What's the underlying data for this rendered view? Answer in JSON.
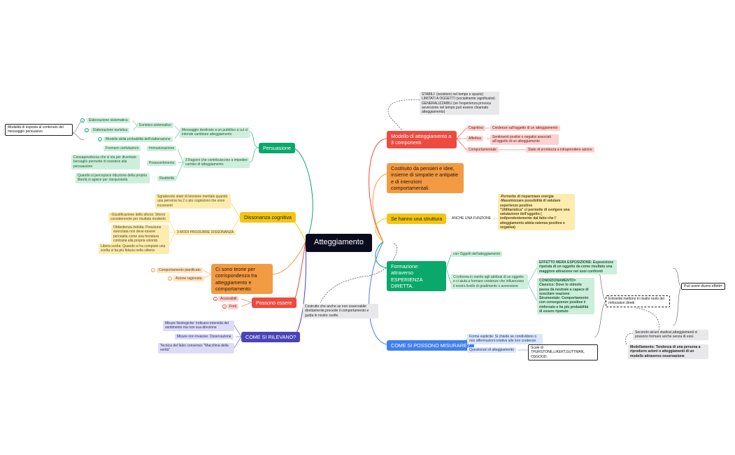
{
  "root": "Atteggiamento",
  "persuasione": {
    "title": "Persuasione",
    "messaggio": "Messaggio destinato a un pubblico a cui si intende cambiare atteggiamento",
    "euristico": "Euristico-sistematico",
    "elab_sist": "Elaborazione sistematica",
    "elab_eur": "Elaborazione euristica",
    "modello_prob": "Modello della probabilità dell'elaborazione",
    "modalita": "Modalità di risposta al contenuto del messaggio persuasivo",
    "ragioni": "3 Ragioni che contribuiscono a impedire cambio di atteggiamento",
    "immunizzazione": "Immunizzazione",
    "formare": "Formare confutazioni",
    "preavvertimento": "Preavvertimento",
    "consapevolezza": "Consapevolezza che si sta per diventare bersaglio permette di resistere alla persuasione",
    "reattivita": "Reattività",
    "quando": "Quando si percepisce riduzione della propria libertà si agisce per riacquistarla"
  },
  "dissonanza": {
    "title": "Dissonanza cognitiva",
    "sgradevole": "Sgradevole stato di tensione mentale quando una persona ha 2 o più cognizioni che sono incoerenti",
    "modi": "3 MODI PRODURRE DISSONANZA",
    "giustificazione": "-Giustificazione dello sforzo: Sforzo considerevole per risultato modesto",
    "obbedienza": "Obbedienza indotta: Pressione esercitata non deve essere percepita come una forzatura contraria alla propria volontà",
    "libera": "Libera scelta: Quando si ha compiuto una scelta si ha più fiducia nella vittoria"
  },
  "teorie": {
    "title": "Ci sono teorie per corrispondenza tra atteggiamento e comportamento:",
    "pianificato": "Comportamento pianificato",
    "ragionata": "Azione ragionata",
    "badge1": "1",
    "badge2": "2"
  },
  "possono": {
    "title": "Possono essere",
    "accessibili": "Accessibili",
    "forti": "Forti",
    "badge1": "1",
    "badge2": "2"
  },
  "costrutto": "Costrutto che anche se non osservabile direttamente,precede il comportamento e guida le nostre scelte.",
  "rilevano": {
    "title": "COME SI RILEVANO?",
    "fisiologiche": "Misure fisiologiche: Indicano intensità del sentimento ma non sua direzione",
    "non_invasive": "Misure non invasive: Osservazione",
    "falso": "Tecnica del falso consenso: \"Macchina della verità\""
  },
  "modello3": {
    "title": "Modello di atteggiamento a 3 componenti.",
    "stabili": "STABILI: (resistono nel tempo e spazio)\nLIMITATI A OGGETTI (socialmente significativi)\n  GENERALIZZABILI (se l'esperienza provoca avversione nel tempo può essere chiamato atteggiamento)",
    "cognitiva": "Cognitiva",
    "cognitiva_d": "Credenze sull'oggetto di un atteggiamento",
    "affettiva": "Affettiva",
    "affettiva_d": "Sentimenti positivi o negativi associati all'oggetto di un atteggiamento",
    "comportamentale": "Comportamentale",
    "comportamentale_d": "Stato di prontezza a intraprendere azione"
  },
  "costituito": "Costituito da pensieri e idee, insieme di simpatie e antipatie e di intenzioni comportamentali.",
  "struttura": {
    "title": "Se hanno una struttura",
    "funzione": "ANCHE UNA FUNZIONE",
    "desc": "-Permette di risparmiare energia\n   -Massimizzare possibilità di valutare esperienze positive\n\"Utilitaristica\" ci permette di svolgere una valutazione dell'oggetto ( indipendentemente dal fatto che l' atteggiamento abbia valenza positiva o negativa)"
  },
  "formazione": {
    "title": "Formazione: attraverso ESPERIENZA DIRETTA.",
    "oggetti": "con Oggetti dell'atteggiamento",
    "informa": "Ci informa in merito agli attributi di un oggetto e ci aiuta a formare credenze che influenzano il nostro livello di gradimento o avversione",
    "effetto": "EFFETTO MERA ESPOSIZIONE: Esposizione ripetuta di un oggetto da come risultato una maggiore attrazione nei suoi confronti",
    "condizionamento": "CONDIZIONAMENTO=\nClassico: Dove lo stimolo passa da neutrale a capace di suscitare reazione\n   Strumentale: Comportamento con conseguenze positive è rinforzato e ha più probabilità di essere ripetuto",
    "entrambi": "Entrambi mettono in risalto ruolo dei rinforzatori diretti",
    "diversi": "Può avere diversi effetti=",
    "secondo": "Secondo alcuni studiosi,atteggiamenti si possono formare anche senza di essi.",
    "modellamento": "Modellamento: Tendenza di una persona a riprodurre azioni o atteggiamenti di un modello attraverso osservazione"
  },
  "misurare": {
    "title": "COME SI POSSONO MISURARE?",
    "esplicite": "Forme esplicite: Si chiede se condividono o non affermazioni relative alle loro credenze",
    "questionari": "Questionari di atteggiamento",
    "scale": "Scale di THURSTONE,LIKERT,GUTTMAN, OSGOOD."
  }
}
